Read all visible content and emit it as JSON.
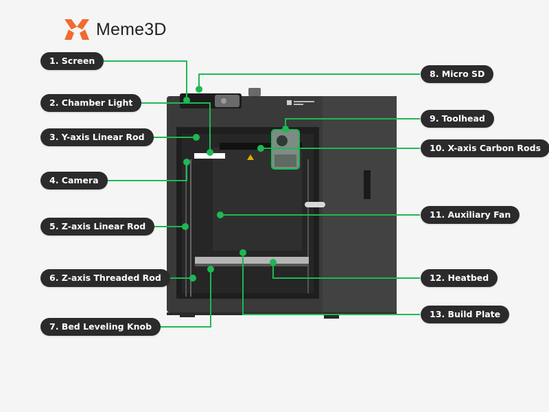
{
  "brand": {
    "name": "Meme3D",
    "logo_color": "#f26a2e"
  },
  "accent_color": "#1db954",
  "labels": {
    "left": [
      {
        "id": 1,
        "text": "1. Screen"
      },
      {
        "id": 2,
        "text": "2. Chamber Light"
      },
      {
        "id": 3,
        "text": "3. Y-axis Linear Rod"
      },
      {
        "id": 4,
        "text": "4. Camera"
      },
      {
        "id": 5,
        "text": "5. Z-axis Linear Rod"
      },
      {
        "id": 6,
        "text": "6. Z-axis Threaded Rod"
      },
      {
        "id": 7,
        "text": "7. Bed Leveling Knob"
      }
    ],
    "right": [
      {
        "id": 8,
        "text": "8. Micro SD"
      },
      {
        "id": 9,
        "text": "9. Toolhead"
      },
      {
        "id": 10,
        "text": "10. X-axis Carbon Rods"
      },
      {
        "id": 11,
        "text": "11. Auxiliary Fan"
      },
      {
        "id": 12,
        "text": "12. Heatbed"
      },
      {
        "id": 13,
        "text": "13. Build Plate"
      }
    ]
  }
}
